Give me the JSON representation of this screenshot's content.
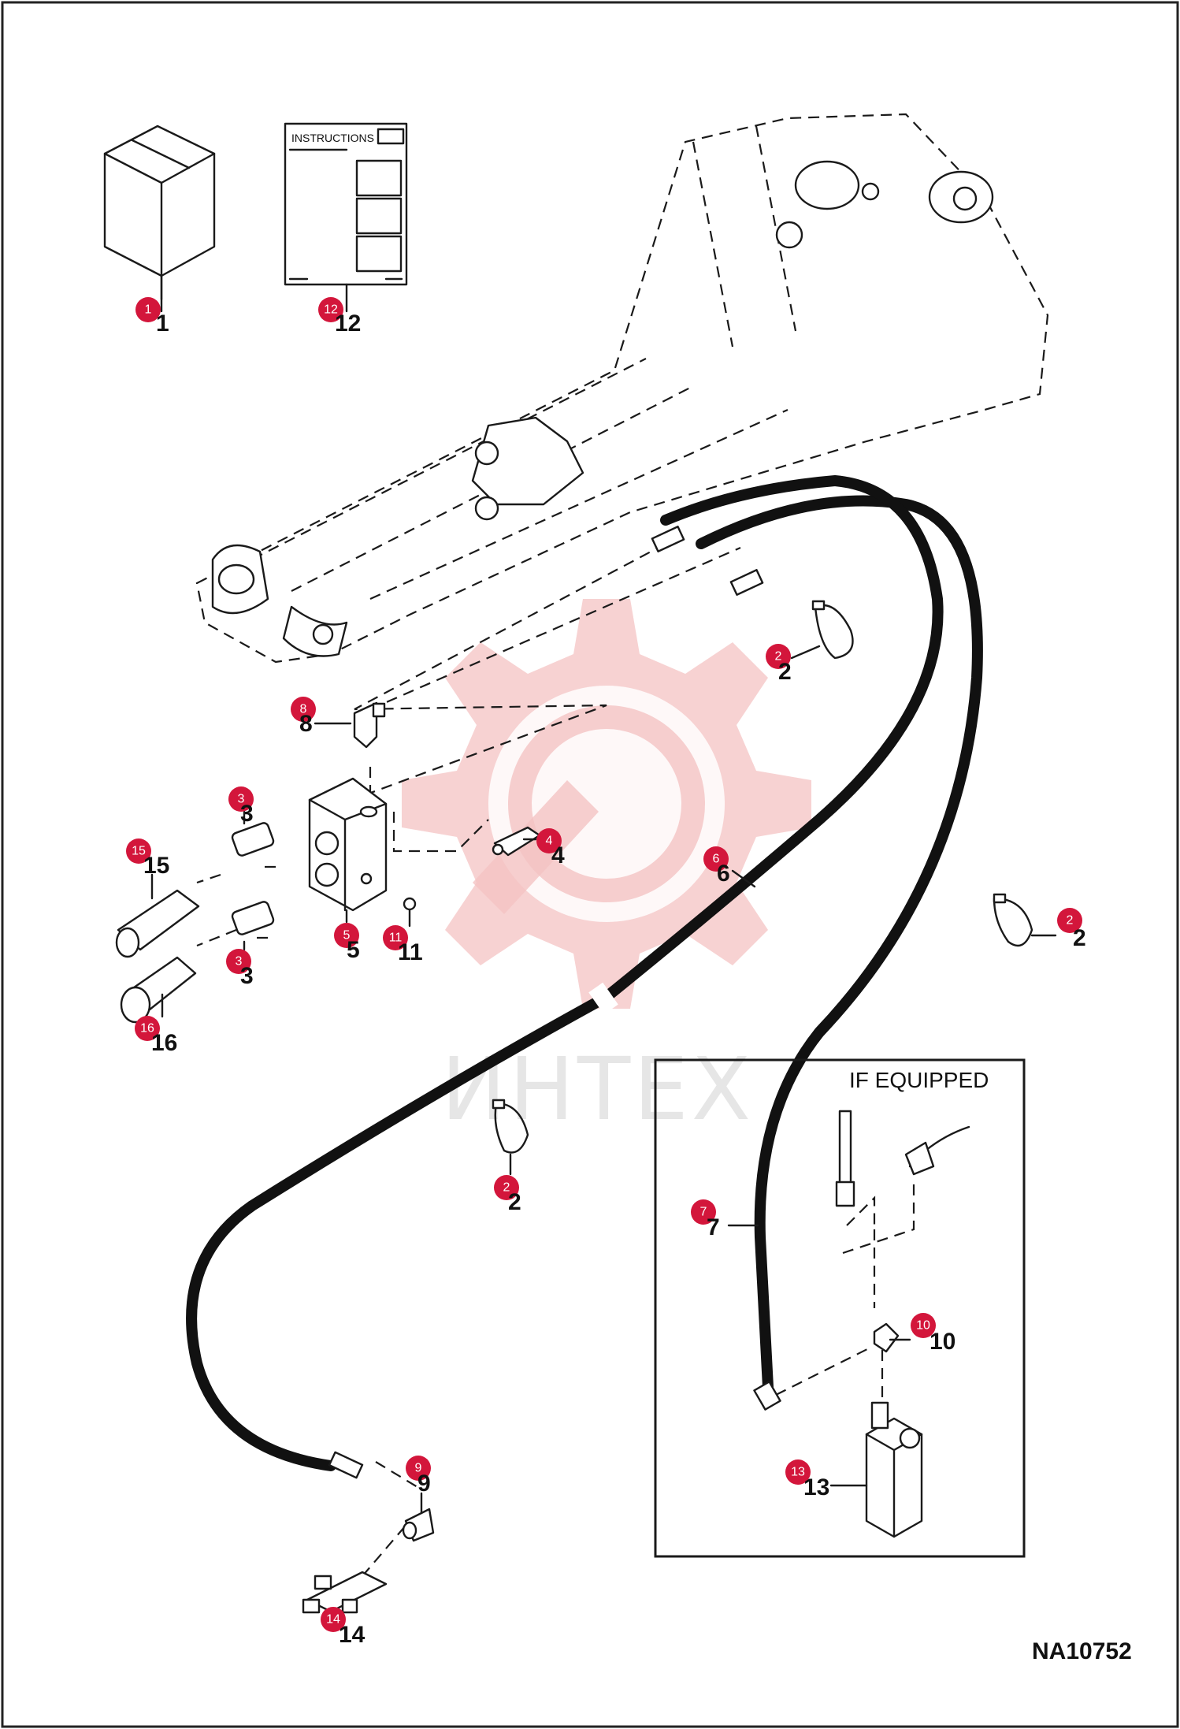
{
  "instructions_label": "INSTRUCTIONS",
  "if_equipped_label": "IF EQUIPPED",
  "drawing_number": "NA10752",
  "watermark_text": "ИНТЕХ",
  "callout_color": "#d3163b",
  "callouts": {
    "c1": {
      "bubble": "1",
      "label": "1"
    },
    "c12": {
      "bubble": "12",
      "label": "12"
    },
    "c2a": {
      "bubble": "2",
      "label": "2"
    },
    "c2b": {
      "bubble": "2",
      "label": "2"
    },
    "c2c": {
      "bubble": "2",
      "label": "2"
    },
    "c8": {
      "bubble": "8",
      "label": "8"
    },
    "c3a": {
      "bubble": "3",
      "label": "3"
    },
    "c3b": {
      "bubble": "3",
      "label": "3"
    },
    "c15": {
      "bubble": "15",
      "label": "15"
    },
    "c4": {
      "bubble": "4",
      "label": "4"
    },
    "c5": {
      "bubble": "5",
      "label": "5"
    },
    "c11": {
      "bubble": "11",
      "label": "11"
    },
    "c16": {
      "bubble": "16",
      "label": "16"
    },
    "c6": {
      "bubble": "6",
      "label": "6"
    },
    "c7": {
      "bubble": "7",
      "label": "7"
    },
    "c10": {
      "bubble": "10",
      "label": "10"
    },
    "c13": {
      "bubble": "13",
      "label": "13"
    },
    "c9": {
      "bubble": "9",
      "label": "9"
    },
    "c14": {
      "bubble": "14",
      "label": "14"
    }
  }
}
